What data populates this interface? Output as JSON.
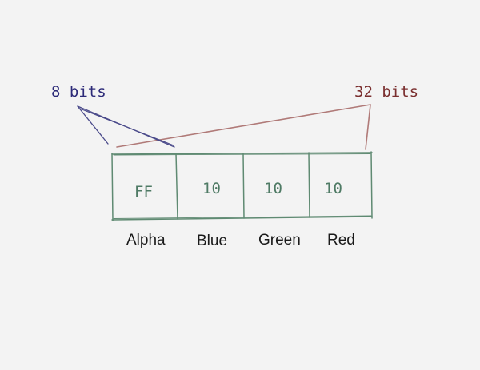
{
  "colors": {
    "background": "#f3f3f3",
    "box_stroke": "#5f8a72",
    "value_text": "#4e7a64",
    "label_text": "#1a1a1a",
    "short_annotation": "#2c2a78",
    "long_annotation": "#7a2e2e",
    "long_annotation_line": "#b07a78",
    "short_annotation_line": "#4a4a8a"
  },
  "annotations": {
    "short_bits": "8 bits",
    "long_bits": "32 bits"
  },
  "cells": [
    {
      "value": "FF",
      "label": "Alpha"
    },
    {
      "value": "10",
      "label": "Blue"
    },
    {
      "value": "10",
      "label": "Green"
    },
    {
      "value": "10",
      "label": "Red"
    }
  ]
}
